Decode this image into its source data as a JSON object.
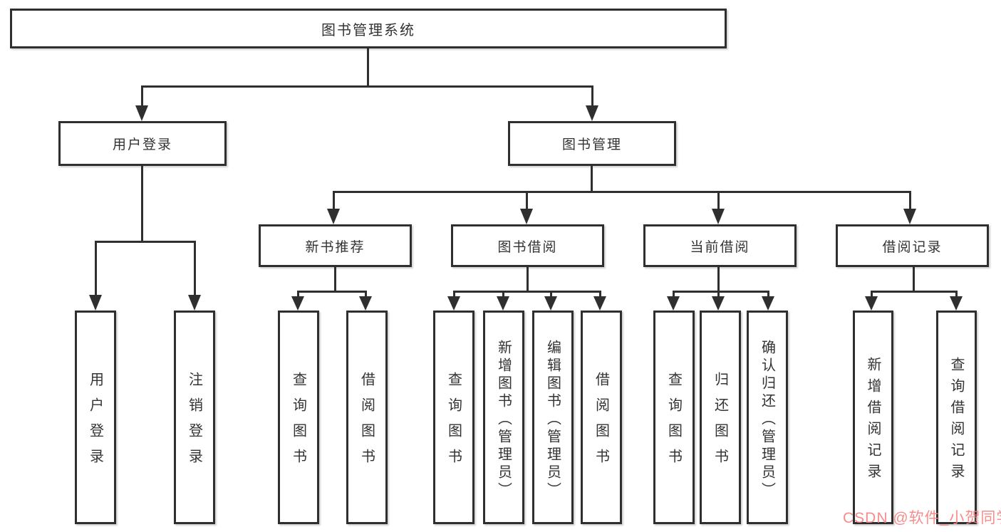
{
  "tree": {
    "root": {
      "label": "图书管理系统"
    },
    "user_login": {
      "label": "用户登录",
      "children": [
        {
          "label": "用户登录"
        },
        {
          "label": "注销登录"
        }
      ]
    },
    "book_mgmt": {
      "label": "图书管理",
      "children": [
        {
          "label": "新书推荐",
          "children": [
            {
              "label": "查询图书"
            },
            {
              "label": "借阅图书"
            }
          ]
        },
        {
          "label": "图书借阅",
          "children": [
            {
              "label": "查询图书"
            },
            {
              "label": "新增图书（管理员）"
            },
            {
              "label": "编辑图书（管理员）"
            },
            {
              "label": "借阅图书"
            }
          ]
        },
        {
          "label": "当前借阅",
          "children": [
            {
              "label": "查询图书"
            },
            {
              "label": "归还图书"
            },
            {
              "label": "确认归还（管理员）"
            }
          ]
        },
        {
          "label": "借阅记录",
          "children": [
            {
              "label": "新增借阅记录"
            },
            {
              "label": "查询借阅记录"
            }
          ]
        }
      ]
    }
  },
  "watermark": {
    "text": "CSDN @软件_小贺同学",
    "color": "#f88080"
  },
  "colors": {
    "line": "#2f2f2f",
    "box_border": "#2f2f2f",
    "background": "#ffffff",
    "text": "#333333"
  }
}
